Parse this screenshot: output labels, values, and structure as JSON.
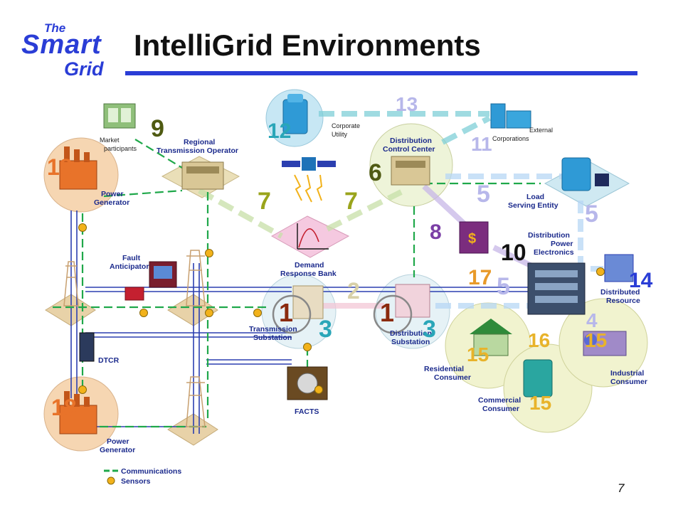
{
  "logo": {
    "the": "The",
    "smart": "Smart",
    "grid": "Grid"
  },
  "title": "IntelliGrid Environments",
  "page_number": "7",
  "labels": {
    "market_participants_1": "Market",
    "market_participants_2": "participants",
    "corporate_utility_1": "Corporate",
    "corporate_utility_2": "Utility",
    "external_1": "External",
    "external_2": "Corporations",
    "rto_1": "Regional",
    "rto_2": "Transmission Operator",
    "dcc_1": "Distribution",
    "dcc_2": "Control Center",
    "lse_1": "Load",
    "lse_2": "Serving Entity",
    "gen_top_1": "Power",
    "gen_top_2": "Generator",
    "gen_bot_1": "Power",
    "gen_bot_2": "Generator",
    "fault_1": "Fault",
    "fault_2": "Anticipator",
    "drb_1": "Demand",
    "drb_2": "Response Bank",
    "dpe_1": "Distribution",
    "dpe_2": "Power",
    "dpe_3": "Electronics",
    "dr_1": "Distributed",
    "dr_2": "Resource",
    "tsub_1": "Transmission",
    "tsub_2": "Substation",
    "dsub_1": "Distribution",
    "dsub_2": "Substation",
    "res_1": "Residential",
    "res_2": "Consumer",
    "com_1": "Commercial",
    "com_2": "Consumer",
    "ind_1": "Industrial",
    "ind_2": "Consumer",
    "dtcr": "DTCR",
    "facts": "FACTS"
  },
  "legend": {
    "communications": "Communications",
    "sensors": "Sensors"
  },
  "numbers": {
    "n9": "9",
    "n12": "12",
    "n13": "13",
    "n11": "11",
    "n6": "6",
    "n18a": "18",
    "n18b": "18",
    "n7a": "7",
    "n7b": "7",
    "n5a": "5",
    "n5b": "5",
    "n5c": "5",
    "n8": "8",
    "n10": "10",
    "n17": "17",
    "n14": "14",
    "n2": "2",
    "n1a": "1",
    "n1b": "1",
    "n3a": "3",
    "n3b": "3",
    "n15a": "15",
    "n15b": "15",
    "n15c": "15",
    "n16": "16",
    "n4": "4"
  },
  "colors": {
    "brand_blue": "#2a3dd6",
    "comm_green": "#1fa84a",
    "sensor_yellow": "#f2b21b",
    "power_line": "#2b3fb0",
    "num_olive": "#4f5a12",
    "num_teal": "#2aa6b8",
    "num_purple": "#7b3fa6",
    "num_lavender": "#b7b7ea"
  }
}
